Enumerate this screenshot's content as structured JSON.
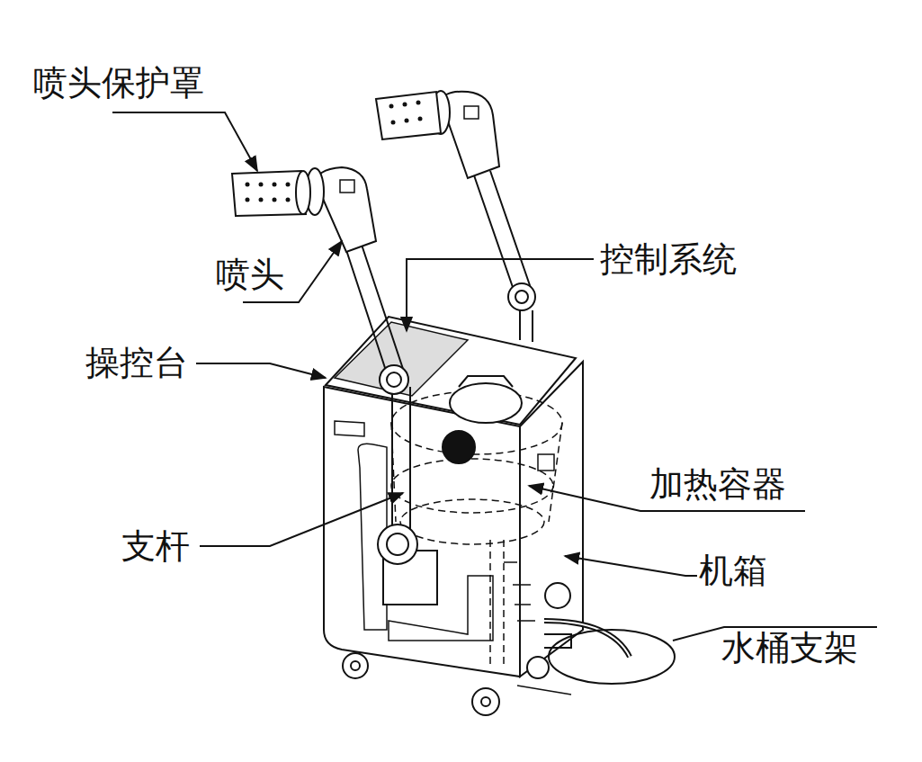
{
  "diagram": {
    "labels": [
      "喷头保护罩",
      "喷头",
      "操控台",
      "控制系统",
      "支杆",
      "加热容器",
      "机箱",
      "水桶支架"
    ]
  }
}
